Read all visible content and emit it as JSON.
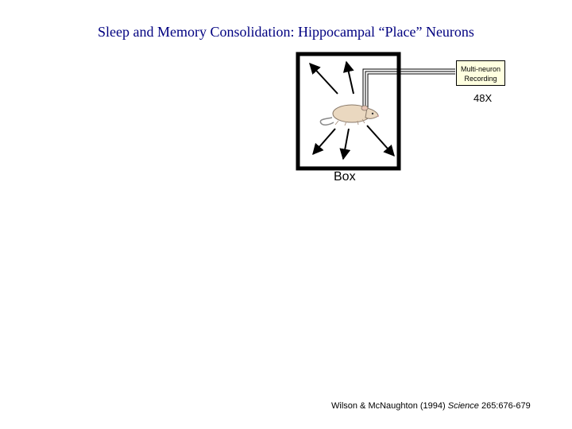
{
  "title": "Sleep and Memory Consolidation:  Hippocampal “Place” Neurons",
  "recording_box": {
    "line1": "Multi-neuron",
    "line2": "Recording"
  },
  "magnification": "48X",
  "box_label": "Box",
  "citation": {
    "authors": "Wilson & McNaughton (1994)",
    "journal": "Science",
    "pages": "265:676-679"
  }
}
